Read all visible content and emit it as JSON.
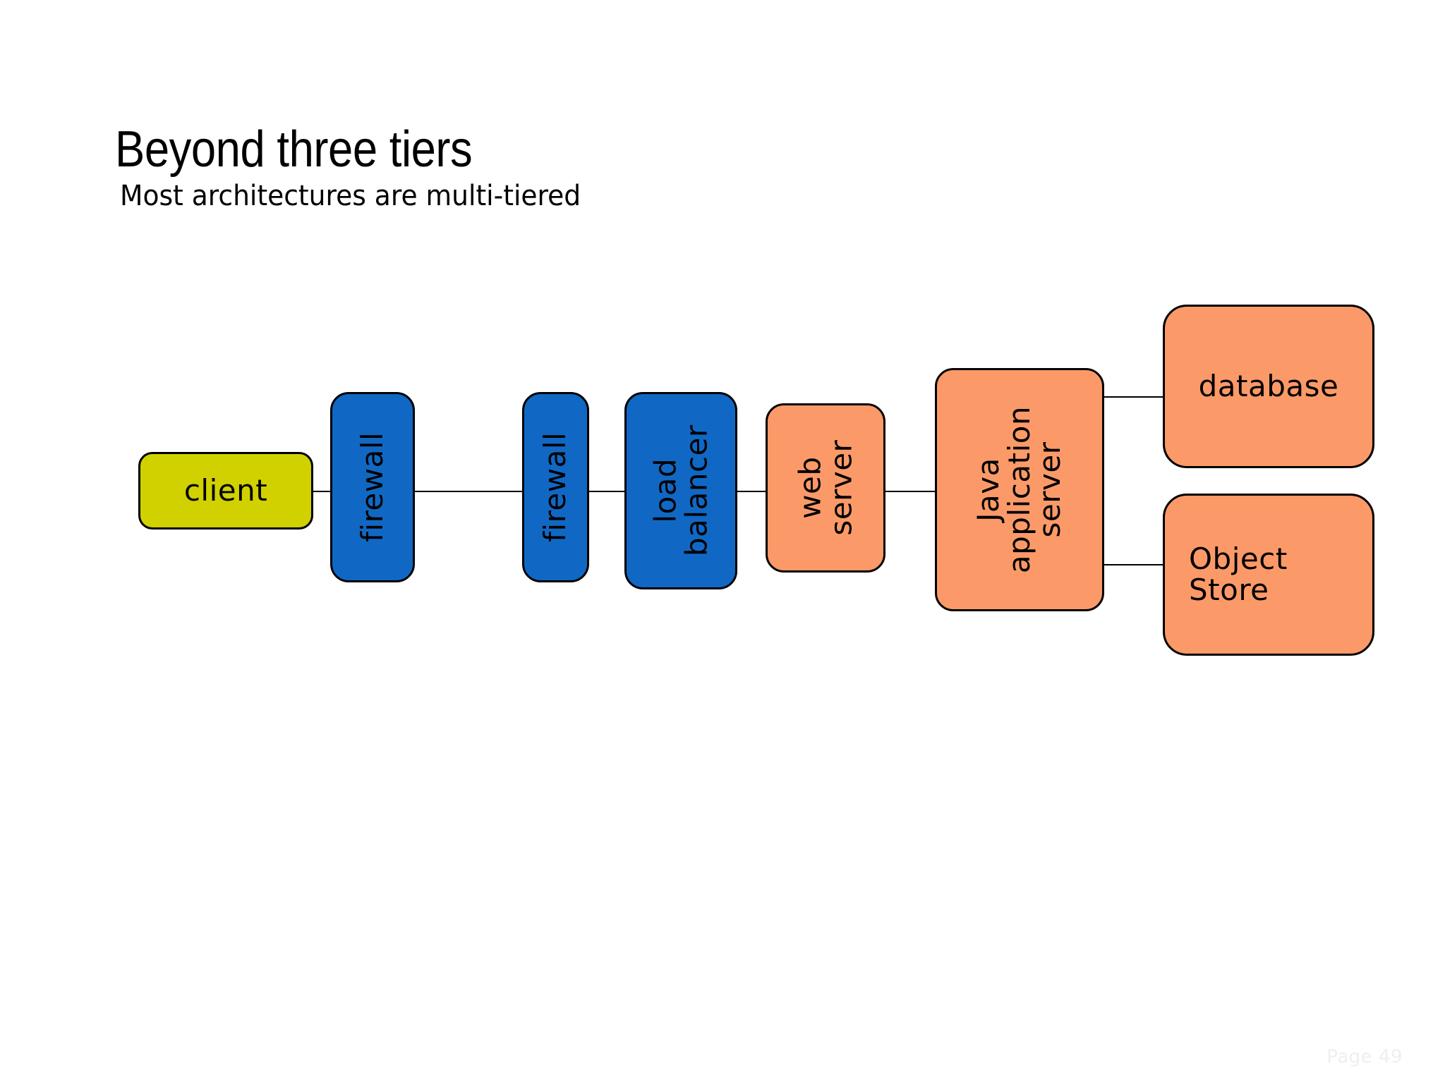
{
  "slide": {
    "title": "Beyond three tiers",
    "subtitle": "Most architectures are multi-tiered",
    "page_label": "Page 49",
    "background_color": "#ffffff"
  },
  "palette": {
    "client_fill": "#d1d100",
    "network_fill": "#1068c4",
    "server_fill": "#fb9a68",
    "border": "#000000",
    "connector": "#000000",
    "page_label_color": "#eceff3"
  },
  "diagram": {
    "type": "flow",
    "orientation": "left-to-right",
    "nodes": [
      {
        "id": "client",
        "label": "client",
        "fill": "#d1d100",
        "orientation": "horizontal",
        "lines": [
          "client"
        ]
      },
      {
        "id": "firewall1",
        "label": "firewall",
        "fill": "#1068c4",
        "orientation": "vertical",
        "lines": [
          "firewall"
        ]
      },
      {
        "id": "firewall2",
        "label": "firewall",
        "fill": "#1068c4",
        "orientation": "vertical",
        "lines": [
          "firewall"
        ]
      },
      {
        "id": "loadbal",
        "label": "load balancer",
        "fill": "#1068c4",
        "orientation": "vertical",
        "lines": [
          "load",
          "balancer"
        ]
      },
      {
        "id": "webserver",
        "label": "web server",
        "fill": "#fb9a68",
        "orientation": "vertical",
        "lines": [
          "web",
          "server"
        ]
      },
      {
        "id": "javaapp",
        "label": "Java application server",
        "fill": "#fb9a68",
        "orientation": "vertical",
        "lines": [
          "Java",
          "application",
          "server"
        ]
      },
      {
        "id": "database",
        "label": "database",
        "fill": "#fb9a68",
        "orientation": "horizontal",
        "lines": [
          "database"
        ]
      },
      {
        "id": "objstore",
        "label": "Object Store",
        "fill": "#fb9a68",
        "orientation": "horizontal",
        "lines": [
          "Object",
          "Store"
        ]
      }
    ],
    "edges": [
      {
        "from": "client",
        "to": "firewall1"
      },
      {
        "from": "firewall1",
        "to": "firewall2"
      },
      {
        "from": "firewall2",
        "to": "loadbal"
      },
      {
        "from": "loadbal",
        "to": "webserver"
      },
      {
        "from": "webserver",
        "to": "javaapp"
      },
      {
        "from": "javaapp",
        "to": "database"
      },
      {
        "from": "javaapp",
        "to": "objstore"
      }
    ]
  },
  "labels": {
    "client": "client",
    "firewall1": "firewall",
    "firewall2": "firewall",
    "loadbal_line1": "load",
    "loadbal_line2": "balancer",
    "webserver_line1": "web",
    "webserver_line2": "server",
    "javaapp_line1": "Java",
    "javaapp_line2": "application",
    "javaapp_line3": "server",
    "database": "database",
    "objstore_line1": "Object",
    "objstore_line2": "Store"
  }
}
